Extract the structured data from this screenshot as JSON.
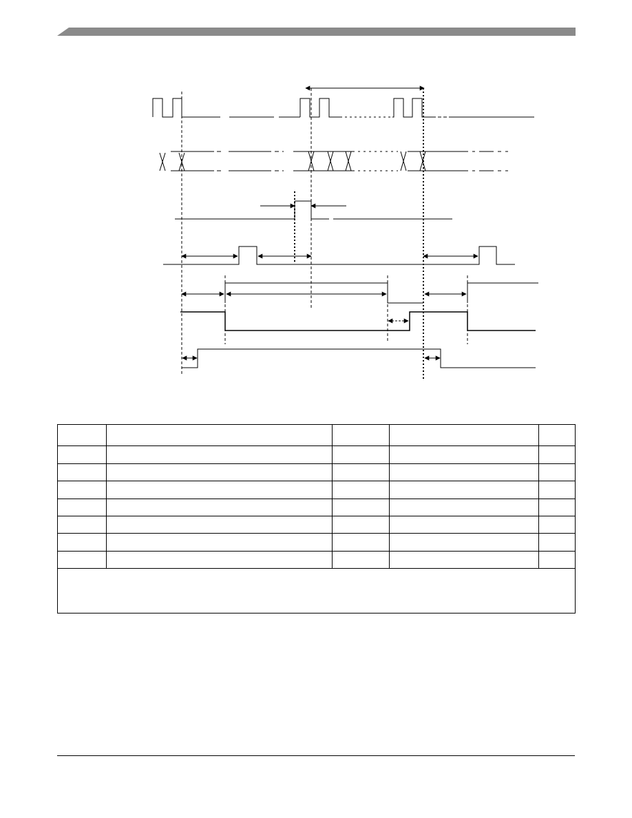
{
  "header": {
    "bar_color": "#8a8a8a"
  },
  "diagram": {
    "line_color": "#000000",
    "signal_count": 7,
    "guide_count": 6
  },
  "table": {
    "column_count": 5,
    "body_row_count": 7,
    "rows": [
      [
        "",
        "",
        "",
        "",
        ""
      ],
      [
        "",
        "",
        "",
        "",
        ""
      ],
      [
        "",
        "",
        "",
        "",
        ""
      ],
      [
        "",
        "",
        "",
        "",
        ""
      ],
      [
        "",
        "",
        "",
        "",
        ""
      ],
      [
        "",
        "",
        "",
        "",
        ""
      ],
      [
        "",
        "",
        "",
        "",
        ""
      ],
      [
        "",
        "",
        "",
        "",
        ""
      ]
    ],
    "notes": ""
  }
}
